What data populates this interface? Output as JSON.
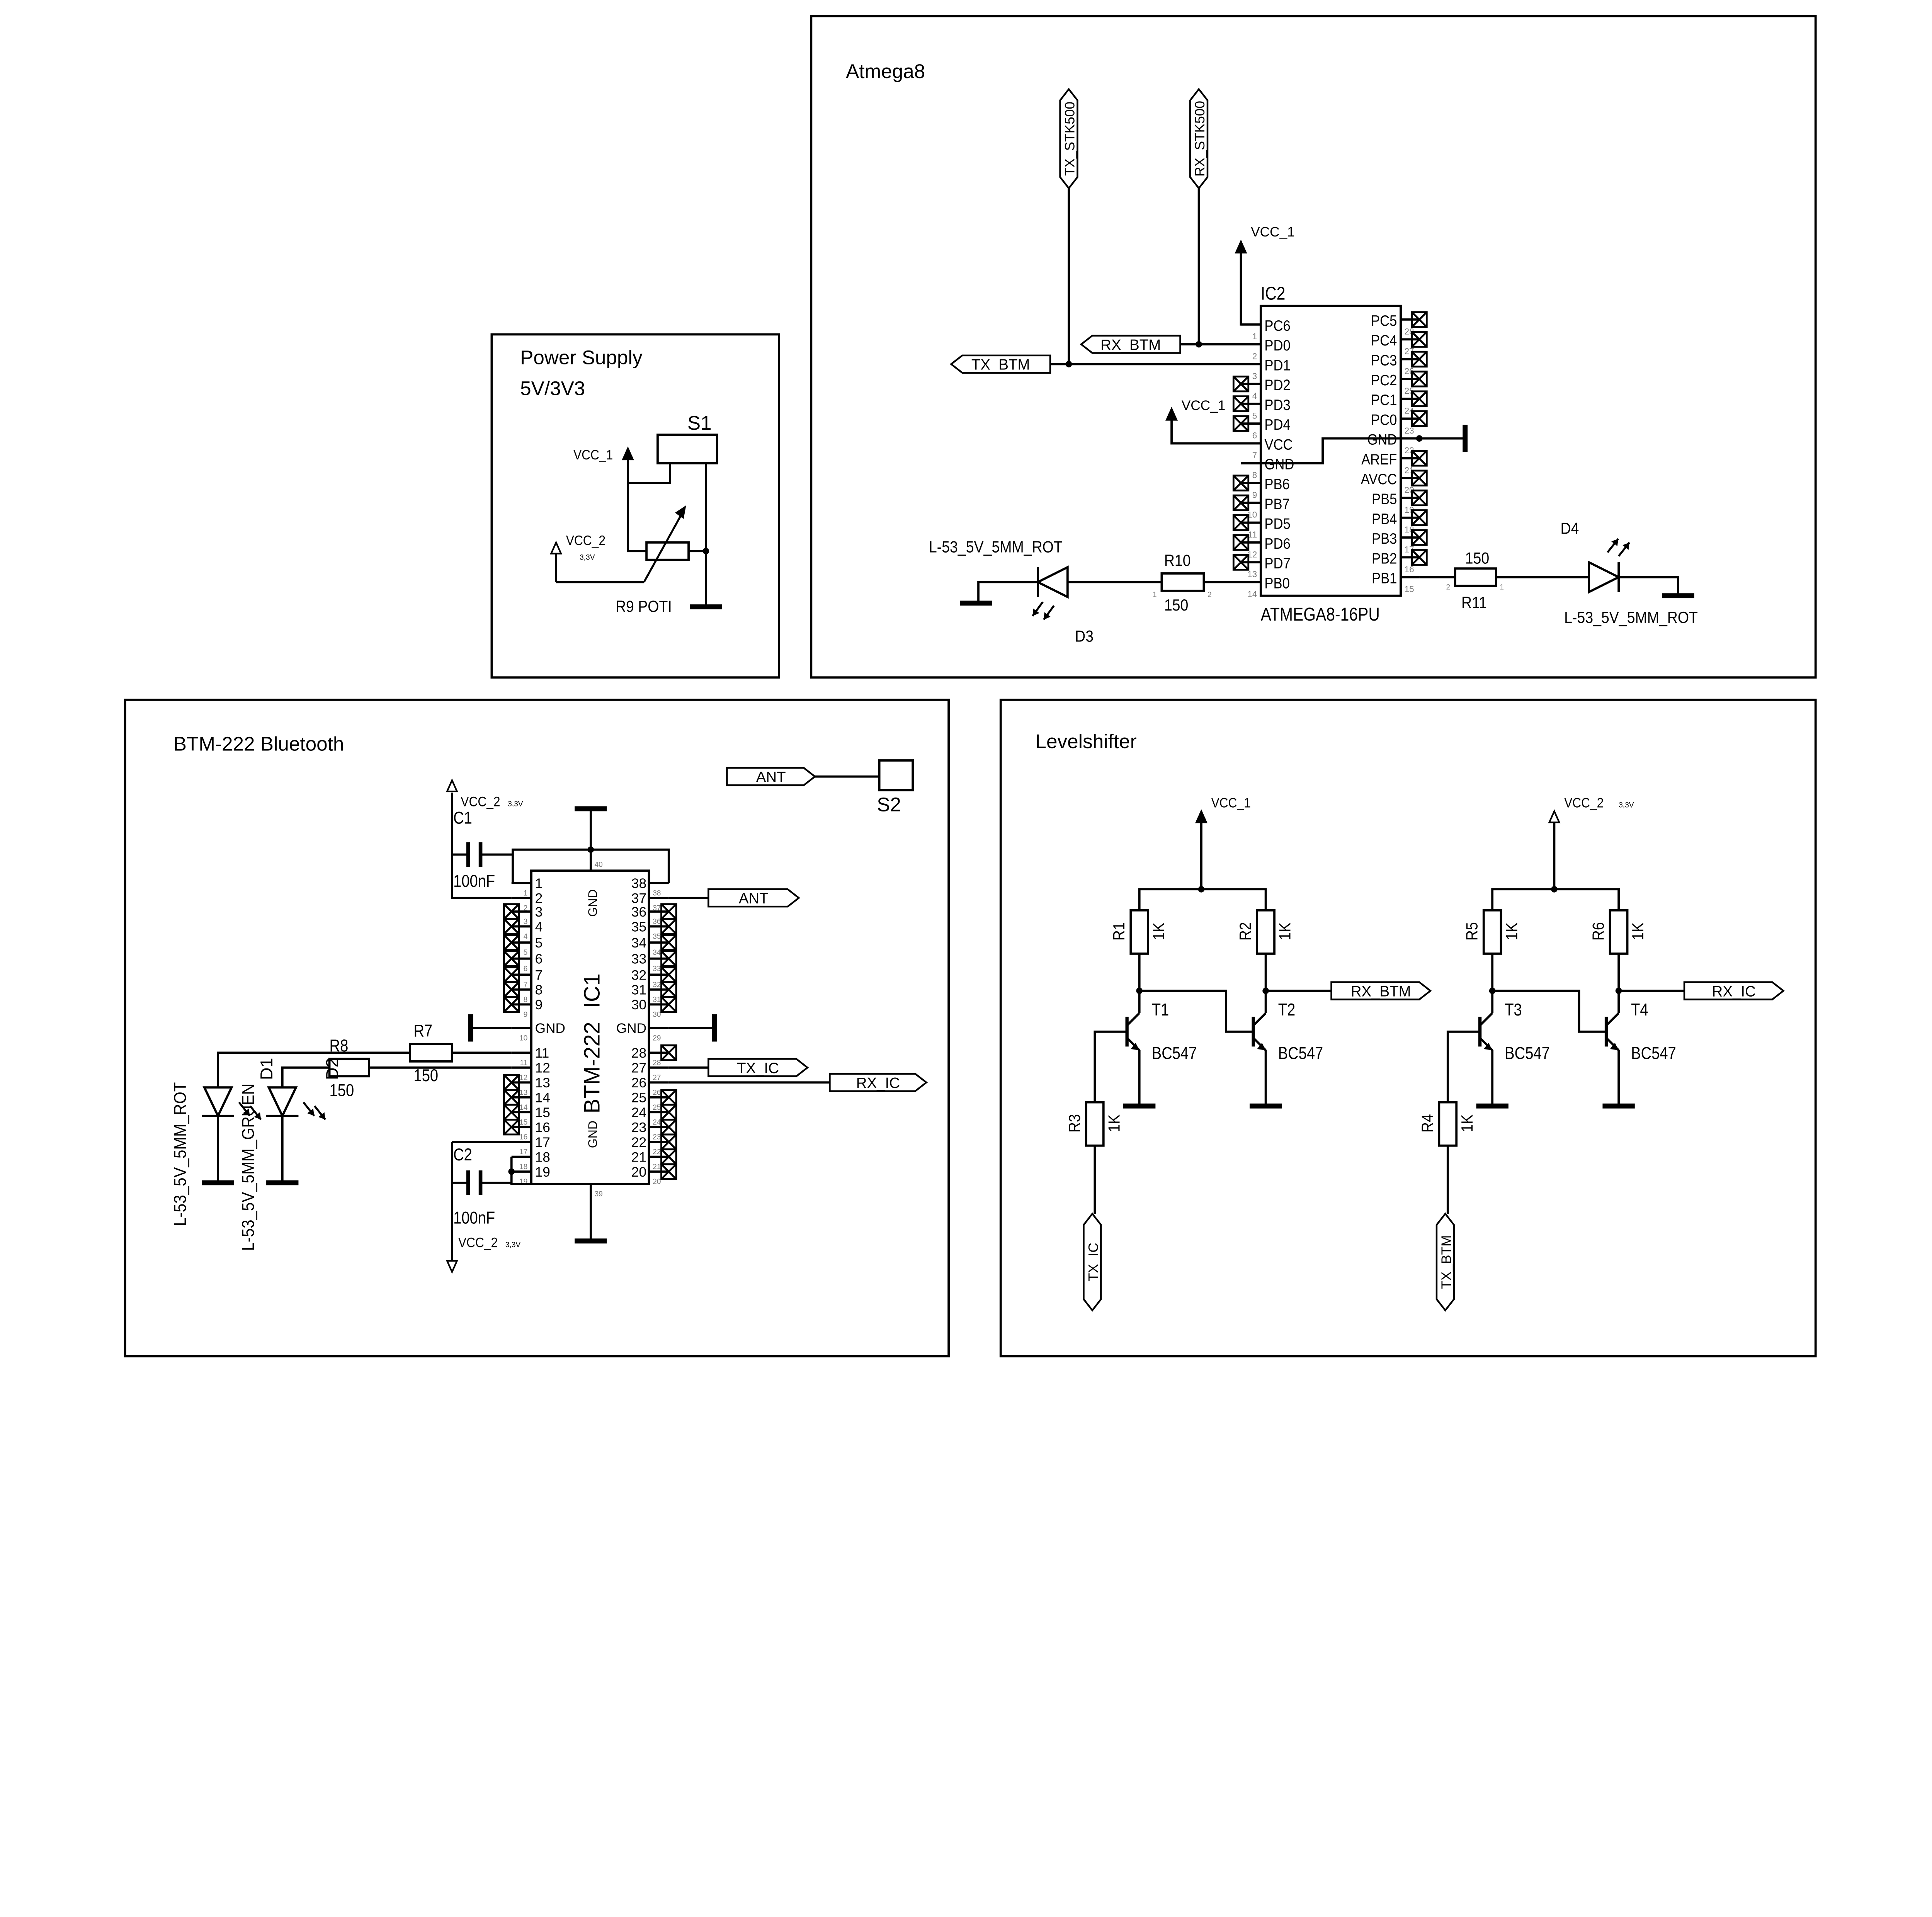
{
  "frames": {
    "atmega": "Atmega8",
    "power_line1": "Power Supply",
    "power_line2": "5V/3V3",
    "btm": "BTM-222 Bluetooth",
    "level": "Levelshifter"
  },
  "colors": {
    "ink": "#000000",
    "pin_number": "#777777",
    "background": "#ffffff"
  },
  "atmega": {
    "ic_ref": "IC2",
    "ic_part": "ATMEGA8-16PU",
    "left_pins": [
      {
        "name": "PC6",
        "num": "1"
      },
      {
        "name": "PD0",
        "num": "2"
      },
      {
        "name": "PD1",
        "num": "3"
      },
      {
        "name": "PD2",
        "num": "4"
      },
      {
        "name": "PD3",
        "num": "5"
      },
      {
        "name": "PD4",
        "num": "6"
      },
      {
        "name": "VCC",
        "num": "7"
      },
      {
        "name": "GND",
        "num": "8"
      },
      {
        "name": "PB6",
        "num": "9"
      },
      {
        "name": "PB7",
        "num": "10"
      },
      {
        "name": "PD5",
        "num": "11"
      },
      {
        "name": "PD6",
        "num": "12"
      },
      {
        "name": "PD7",
        "num": "13"
      },
      {
        "name": "PB0",
        "num": "14"
      }
    ],
    "right_pins": [
      {
        "name": "PC5",
        "num": "28"
      },
      {
        "name": "PC4",
        "num": "27"
      },
      {
        "name": "PC3",
        "num": "26"
      },
      {
        "name": "PC2",
        "num": "25"
      },
      {
        "name": "PC1",
        "num": "24"
      },
      {
        "name": "PC0",
        "num": "23"
      },
      {
        "name": "GND",
        "num": "22"
      },
      {
        "name": "AREF",
        "num": "21"
      },
      {
        "name": "AVCC",
        "num": "20"
      },
      {
        "name": "PB5",
        "num": "19"
      },
      {
        "name": "PB4",
        "num": "18"
      },
      {
        "name": "PB3",
        "num": "17"
      },
      {
        "name": "PB2",
        "num": "16"
      },
      {
        "name": "PB1",
        "num": "15"
      }
    ],
    "tx_stk": "TX_STK500",
    "rx_stk": "RX_STK500",
    "rx_btm": "RX_BTM",
    "tx_btm": "TX_BTM",
    "vcc_top": "VCC_1",
    "vcc_mid": "VCC_1",
    "r10": {
      "ref": "R10",
      "value": "150",
      "pin1": "1",
      "pin2": "2"
    },
    "r11": {
      "ref": "R11",
      "value": "150",
      "pin1": "1",
      "pin2": "2"
    },
    "d3": {
      "ref": "D3",
      "part": "L-53_5V_5MM_ROT"
    },
    "d4": {
      "ref": "D4",
      "part": "L-53_5V_5MM_ROT"
    }
  },
  "power": {
    "s1": "S1",
    "vcc1": "VCC_1",
    "vcc2": "VCC_2",
    "vcc2_sub": "3,3V",
    "r9": "R9 POTI"
  },
  "btm": {
    "ic_ref": "IC1",
    "ic_part": "BTM-222",
    "gnd_top": "GND",
    "gnd_bottom": "GND",
    "top_pin": "40",
    "bottom_pin": "39",
    "left_pins": [
      "1",
      "2",
      "3",
      "4",
      "5",
      "6",
      "7",
      "8",
      "9",
      "GND",
      "11",
      "12",
      "13",
      "14",
      "15",
      "16",
      "17",
      "18",
      "19"
    ],
    "left_nums": [
      "1",
      "2",
      "3",
      "4",
      "5",
      "6",
      "7",
      "8",
      "9",
      "10",
      "11",
      "12",
      "13",
      "14",
      "15",
      "16",
      "17",
      "18",
      "19"
    ],
    "right_pins": [
      "38",
      "37",
      "36",
      "35",
      "34",
      "33",
      "32",
      "31",
      "30",
      "GND",
      "28",
      "27",
      "26",
      "25",
      "24",
      "23",
      "22",
      "21",
      "20"
    ],
    "right_nums": [
      "38",
      "37",
      "36",
      "35",
      "34",
      "33",
      "32",
      "31",
      "30",
      "29",
      "28",
      "27",
      "26",
      "25",
      "24",
      "23",
      "22",
      "21",
      "20"
    ],
    "ant_pin": "ANT",
    "ant_top": "ANT",
    "s2": "S2",
    "tx_ic": "TX_IC",
    "rx_ic": "RX_IC",
    "c1": {
      "ref": "C1",
      "value": "100nF"
    },
    "c2": {
      "ref": "C2",
      "value": "100nF"
    },
    "vcc_top": "VCC_2",
    "vcc_bottom": "VCC_2",
    "vcc_sub": "3,3V",
    "r7": {
      "ref": "R7",
      "value": "150"
    },
    "r8": {
      "ref": "R8",
      "value": "150"
    },
    "d1": "D1",
    "d2": "D2",
    "led_red": "L-53_5V_5MM_ROT",
    "led_green": "L-53_5V_5MM_GRUEN"
  },
  "level": {
    "vcc1": "VCC_1",
    "vcc2": "VCC_2",
    "vcc2_sub": "3,3V",
    "resistors": [
      {
        "ref": "R1",
        "value": "1K"
      },
      {
        "ref": "R2",
        "value": "1K"
      },
      {
        "ref": "R3",
        "value": "1K"
      },
      {
        "ref": "R4",
        "value": "1K"
      },
      {
        "ref": "R5",
        "value": "1K"
      },
      {
        "ref": "R6",
        "value": "1K"
      }
    ],
    "transistors": [
      {
        "ref": "T1",
        "part": "BC547"
      },
      {
        "ref": "T2",
        "part": "BC547"
      },
      {
        "ref": "T3",
        "part": "BC547"
      },
      {
        "ref": "T4",
        "part": "BC547"
      }
    ],
    "rx_btm": "RX_BTM",
    "rx_ic": "RX_IC",
    "tx_ic": "TX_IC",
    "tx_btm": "TX_BTM"
  }
}
